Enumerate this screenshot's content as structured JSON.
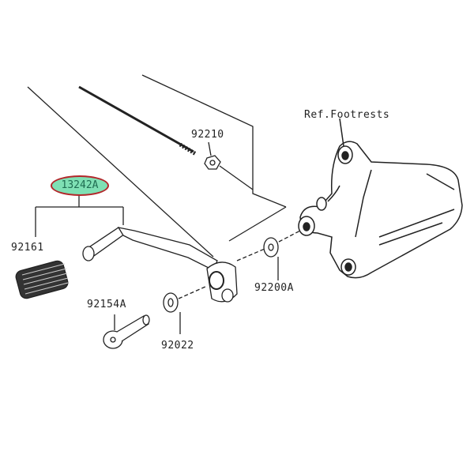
{
  "diagram": {
    "highlighted_part": "13242A",
    "highlight_colors": {
      "fill": "#7fe0b4",
      "outline": "#b3262a"
    },
    "labels": {
      "ref_footrests": "Ref.Footrests",
      "p92210": "92210",
      "p92161": "92161",
      "p92154A": "92154A",
      "p92022": "92022",
      "p92200A": "92200A"
    }
  }
}
